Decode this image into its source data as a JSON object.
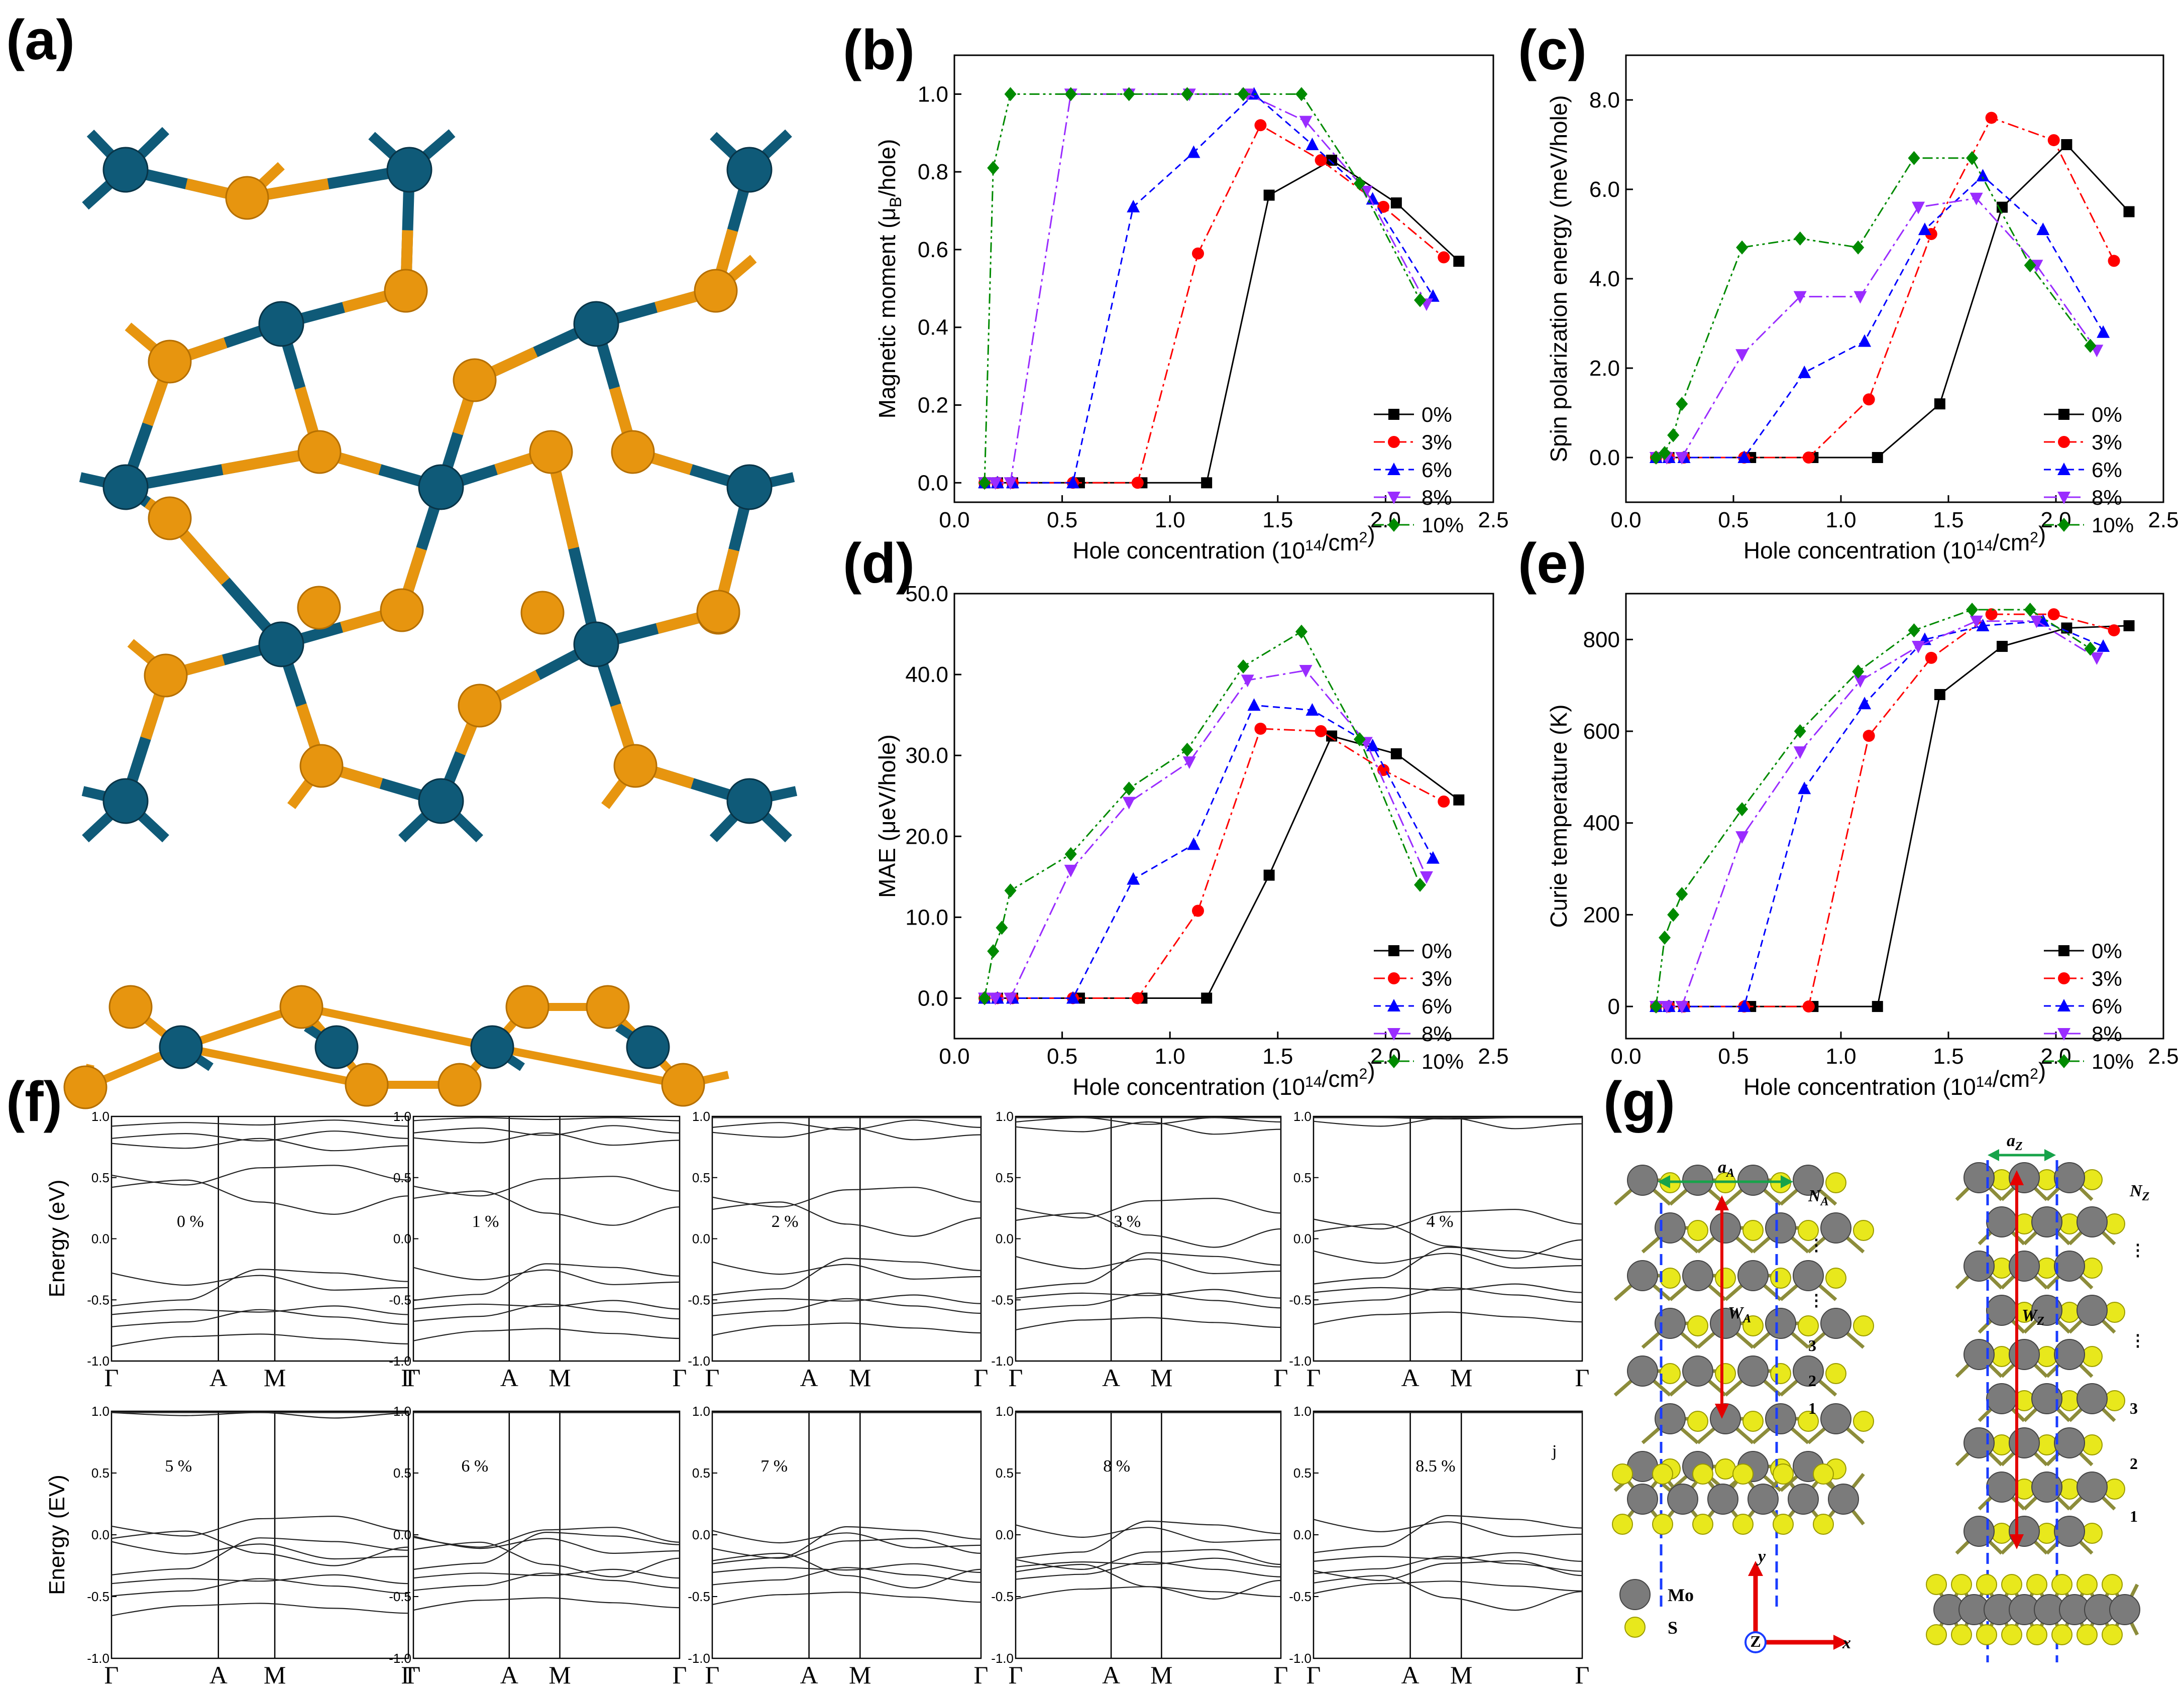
{
  "panel_labels": {
    "a": "(a)",
    "b": "(b)",
    "c": "(c)",
    "d": "(d)",
    "e": "(e)",
    "f": "(f)",
    "g": "(g)"
  },
  "colors": {
    "Mo": "#0f5a78",
    "S_a": "#e7950f",
    "S_g": "#e8e81c",
    "Mo_g": "#7b7b7b",
    "c0": "#000000",
    "c3": "#ff0000",
    "c6": "#0000ff",
    "c8": "#9a2cff",
    "c10": "#008a00"
  },
  "chart_data": [
    {
      "id": "b",
      "type": "line",
      "title": "",
      "xlabel": "Hole concentration (10^14/cm^2)",
      "ylabel": "Magnetic moment (μB/hole)",
      "xlim": [
        0,
        2.5
      ],
      "ylim": [
        -0.05,
        1.1
      ],
      "xticks": [
        "0.0",
        "0.5",
        "1.0",
        "1.5",
        "2.0",
        "2.5"
      ],
      "yticks": [
        "0.0",
        "0.2",
        "0.4",
        "0.6",
        "0.8",
        "1.0"
      ],
      "legend_position": "bottom-right",
      "series": [
        {
          "name": "0%",
          "x": [
            0.14,
            0.2,
            0.27,
            0.58,
            0.87,
            1.17,
            1.46,
            1.75,
            2.05,
            2.34
          ],
          "y": [
            0,
            0,
            0,
            0,
            0,
            0,
            0.74,
            0.83,
            0.72,
            0.57
          ]
        },
        {
          "name": "3%",
          "x": [
            0.14,
            0.2,
            0.27,
            0.55,
            0.85,
            1.13,
            1.42,
            1.7,
            1.99,
            2.27
          ],
          "y": [
            0,
            0,
            0,
            0,
            0,
            0.59,
            0.92,
            0.83,
            0.71,
            0.58
          ]
        },
        {
          "name": "6%",
          "x": [
            0.14,
            0.2,
            0.27,
            0.55,
            0.83,
            1.11,
            1.39,
            1.66,
            1.94,
            2.22
          ],
          "y": [
            0,
            0,
            0,
            0,
            0.71,
            0.85,
            1.0,
            0.87,
            0.73,
            0.48
          ]
        },
        {
          "name": "8%",
          "x": [
            0.14,
            0.19,
            0.26,
            0.54,
            0.81,
            1.09,
            1.36,
            1.63,
            1.91,
            2.19
          ],
          "y": [
            0,
            0,
            0,
            1.0,
            1.0,
            1.0,
            1.0,
            0.93,
            0.75,
            0.46
          ]
        },
        {
          "name": "10%",
          "x": [
            0.14,
            0.18,
            0.26,
            0.54,
            0.81,
            1.08,
            1.34,
            1.61,
            1.88,
            2.16
          ],
          "y": [
            0,
            0.81,
            1.0,
            1.0,
            1.0,
            1.0,
            1.0,
            1.0,
            0.77,
            0.47
          ]
        }
      ]
    },
    {
      "id": "c",
      "type": "line",
      "title": "",
      "xlabel": "Hole concentration (10^14/cm^2)",
      "ylabel": "Spin polarization energy (meV/hole)",
      "xlim": [
        0,
        2.5
      ],
      "ylim": [
        -1,
        9
      ],
      "xticks": [
        "0.0",
        "0.5",
        "1.0",
        "1.5",
        "2.0",
        "2.5"
      ],
      "yticks": [
        "0.0",
        "2.0",
        "4.0",
        "6.0",
        "8.0"
      ],
      "legend_position": "bottom-right",
      "series": [
        {
          "name": "0%",
          "x": [
            0.14,
            0.2,
            0.27,
            0.58,
            0.87,
            1.17,
            1.46,
            1.75,
            2.05,
            2.34
          ],
          "y": [
            0,
            0,
            0,
            0,
            0,
            0,
            1.2,
            5.6,
            7.0,
            5.5
          ]
        },
        {
          "name": "3%",
          "x": [
            0.14,
            0.2,
            0.27,
            0.55,
            0.85,
            1.13,
            1.42,
            1.7,
            1.99,
            2.27
          ],
          "y": [
            0,
            0,
            0,
            0,
            0,
            1.3,
            5.0,
            7.6,
            7.1,
            4.4
          ]
        },
        {
          "name": "6%",
          "x": [
            0.14,
            0.2,
            0.27,
            0.55,
            0.83,
            1.11,
            1.39,
            1.66,
            1.94,
            2.22
          ],
          "y": [
            0,
            0,
            0,
            0,
            1.9,
            2.6,
            5.1,
            6.3,
            5.1,
            2.8
          ]
        },
        {
          "name": "8%",
          "x": [
            0.14,
            0.19,
            0.26,
            0.54,
            0.81,
            1.09,
            1.36,
            1.63,
            1.91,
            2.19
          ],
          "y": [
            0,
            0,
            0,
            2.3,
            3.6,
            3.6,
            5.6,
            5.8,
            4.3,
            2.4
          ]
        },
        {
          "name": "10%",
          "x": [
            0.14,
            0.18,
            0.22,
            0.26,
            0.54,
            0.81,
            1.08,
            1.34,
            1.61,
            1.88,
            2.16
          ],
          "y": [
            0,
            0.1,
            0.5,
            1.2,
            4.7,
            4.9,
            4.7,
            6.7,
            6.7,
            4.3,
            2.5
          ]
        }
      ]
    },
    {
      "id": "d",
      "type": "line",
      "title": "",
      "xlabel": "Hole concentration (10^14/cm^2)",
      "ylabel": "MAE (μeV/hole)",
      "xlim": [
        0,
        2.5
      ],
      "ylim": [
        -5,
        50
      ],
      "xticks": [
        "0.0",
        "0.5",
        "1.0",
        "1.5",
        "2.0",
        "2.5"
      ],
      "yticks": [
        "0.0",
        "10.0",
        "20.0",
        "30.0",
        "40.0",
        "50.0"
      ],
      "legend_position": "bottom-right",
      "series": [
        {
          "name": "0%",
          "x": [
            0.14,
            0.2,
            0.27,
            0.58,
            0.87,
            1.17,
            1.46,
            1.75,
            2.05,
            2.34
          ],
          "y": [
            0,
            0,
            0,
            0,
            0,
            0,
            15.2,
            32.4,
            30.2,
            24.5
          ]
        },
        {
          "name": "3%",
          "x": [
            0.14,
            0.2,
            0.27,
            0.55,
            0.85,
            1.13,
            1.42,
            1.7,
            1.99,
            2.27
          ],
          "y": [
            0,
            0,
            0,
            0,
            0,
            10.8,
            33.3,
            33.0,
            28.2,
            24.3
          ]
        },
        {
          "name": "6%",
          "x": [
            0.14,
            0.2,
            0.27,
            0.55,
            0.83,
            1.11,
            1.39,
            1.66,
            1.94,
            2.22
          ],
          "y": [
            0,
            0,
            0,
            0,
            14.7,
            19.0,
            36.2,
            35.6,
            31.2,
            17.3
          ]
        },
        {
          "name": "8%",
          "x": [
            0.14,
            0.19,
            0.26,
            0.54,
            0.81,
            1.09,
            1.36,
            1.63,
            1.91,
            2.19
          ],
          "y": [
            0,
            0,
            0,
            15.8,
            24.2,
            29.2,
            39.3,
            40.5,
            31.6,
            15.0
          ]
        },
        {
          "name": "10%",
          "x": [
            0.14,
            0.18,
            0.22,
            0.26,
            0.54,
            0.81,
            1.08,
            1.34,
            1.61,
            1.88,
            2.16
          ],
          "y": [
            0,
            5.8,
            8.7,
            13.3,
            17.8,
            25.9,
            30.7,
            41.0,
            45.3,
            32.0,
            14.0
          ]
        }
      ]
    },
    {
      "id": "e",
      "type": "line",
      "title": "",
      "xlabel": "Hole concentration (10^14/cm^2)",
      "ylabel": "Curie temperature (K)",
      "xlim": [
        0,
        2.5
      ],
      "ylim": [
        -70,
        900
      ],
      "xticks": [
        "0.0",
        "0.5",
        "1.0",
        "1.5",
        "2.0",
        "2.5"
      ],
      "yticks": [
        "0",
        "200",
        "400",
        "600",
        "800"
      ],
      "legend_position": "bottom-right",
      "series": [
        {
          "name": "0%",
          "x": [
            0.14,
            0.2,
            0.27,
            0.58,
            0.87,
            1.17,
            1.46,
            1.75,
            2.05,
            2.34
          ],
          "y": [
            0,
            0,
            0,
            0,
            0,
            0,
            680,
            785,
            825,
            830
          ]
        },
        {
          "name": "3%",
          "x": [
            0.14,
            0.2,
            0.27,
            0.55,
            0.85,
            1.13,
            1.42,
            1.7,
            1.99,
            2.27
          ],
          "y": [
            0,
            0,
            0,
            0,
            0,
            590,
            760,
            855,
            855,
            820
          ]
        },
        {
          "name": "6%",
          "x": [
            0.14,
            0.2,
            0.27,
            0.55,
            0.83,
            1.11,
            1.39,
            1.66,
            1.94,
            2.22
          ],
          "y": [
            0,
            0,
            0,
            0,
            475,
            660,
            800,
            830,
            840,
            785
          ]
        },
        {
          "name": "8%",
          "x": [
            0.14,
            0.19,
            0.26,
            0.54,
            0.81,
            1.09,
            1.36,
            1.63,
            1.91,
            2.19
          ],
          "y": [
            0,
            0,
            0,
            370,
            555,
            710,
            785,
            840,
            840,
            760
          ]
        },
        {
          "name": "10%",
          "x": [
            0.14,
            0.18,
            0.22,
            0.26,
            0.54,
            0.81,
            1.08,
            1.34,
            1.61,
            1.88,
            2.16
          ],
          "y": [
            0,
            150,
            200,
            245,
            430,
            600,
            730,
            820,
            865,
            865,
            780
          ]
        }
      ]
    }
  ],
  "axis_text": {
    "hole_prefix": "Hole concentration (10",
    "hole_exp": "14",
    "hole_suffix": "/cm",
    "hole_exp2": "2",
    "hole_close": ")",
    "b_ylabel_prefix": "Magnetic moment (μ",
    "b_ylabel_sub": "B",
    "b_ylabel_suffix": "/hole)",
    "c_ylabel": "Spin polarization energy (meV/hole)",
    "d_ylabel": "MAE (μeV/hole)",
    "e_ylabel": "Curie temperature (K)"
  },
  "bands": {
    "kpoints": [
      "Γ",
      "A",
      "M",
      "Γ"
    ],
    "yticks": [
      "1.0",
      "0.5",
      "0.0",
      "-0.5",
      "-1.0"
    ],
    "ylabel_top": "Energy (eV)",
    "ylabel_bottom": "Energy (EV)",
    "labels_top": [
      "0 %",
      "1 %",
      "2 %",
      "3 %",
      "4 %"
    ],
    "labels_bottom": [
      "5 %",
      "6 %",
      "7 %",
      "8 %",
      "8.5 %"
    ],
    "panel_tag": "j"
  },
  "schematic": {
    "aA": "a",
    "aA_sub": "A",
    "aZ": "a",
    "aZ_sub": "Z",
    "NA": "N",
    "NA_sub": "A",
    "NZ": "N",
    "NZ_sub": "Z",
    "WA": "W",
    "WA_sub": "A",
    "WZ": "W",
    "WZ_sub": "Z",
    "left_rows": [
      "3",
      "2",
      "1"
    ],
    "right_rows": [
      "3",
      "2",
      "1"
    ],
    "dots": "⋮",
    "legend_mo": "Mo",
    "legend_s": "S",
    "axis_x": "x",
    "axis_y": "y",
    "axis_z": "Z"
  }
}
